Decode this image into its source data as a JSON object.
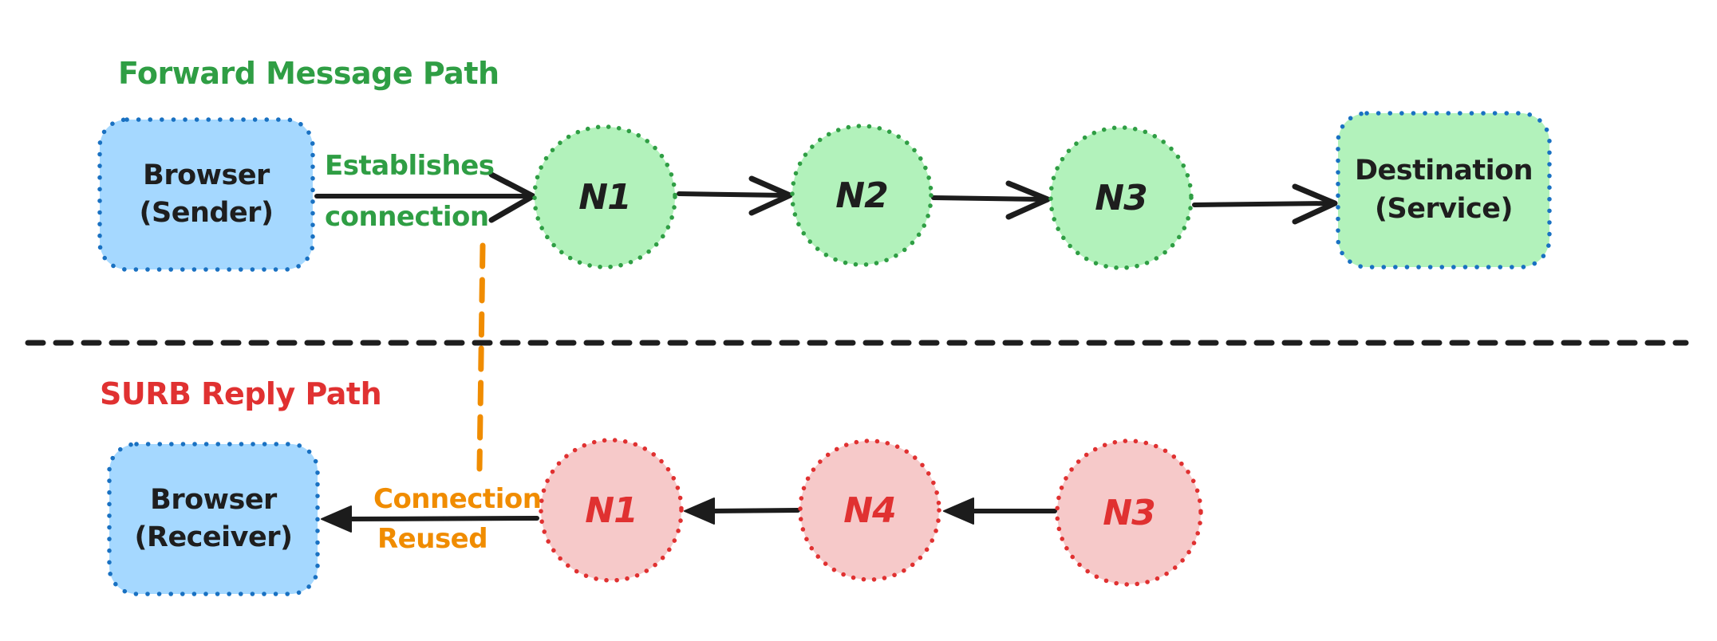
{
  "colors": {
    "green_stroke": "#2f9e44",
    "green_fill": "#b2f2bb",
    "blue_stroke": "#1971c2",
    "blue_fill": "#a5d8ff",
    "red_stroke": "#e03131",
    "red_fill": "#f6c9c9",
    "orange": "#f08c00",
    "ink": "#1e1e1e"
  },
  "forward_section": {
    "title": "Forward Message Path",
    "sender_box": {
      "line1": "Browser",
      "line2": "(Sender)"
    },
    "edge_label": {
      "line1": "Establishes",
      "line2": "connection"
    },
    "nodes": [
      {
        "label": "N1"
      },
      {
        "label": "N2"
      },
      {
        "label": "N3"
      }
    ],
    "destination_box": {
      "line1": "Destination",
      "line2": "(Service)"
    }
  },
  "reply_section": {
    "title": "SURB Reply Path",
    "receiver_box": {
      "line1": "Browser",
      "line2": "(Receiver)"
    },
    "edge_label": {
      "line1": "Connection",
      "line2": "Reused"
    },
    "nodes": [
      {
        "label": "N1"
      },
      {
        "label": "N4"
      },
      {
        "label": "N3"
      }
    ]
  }
}
